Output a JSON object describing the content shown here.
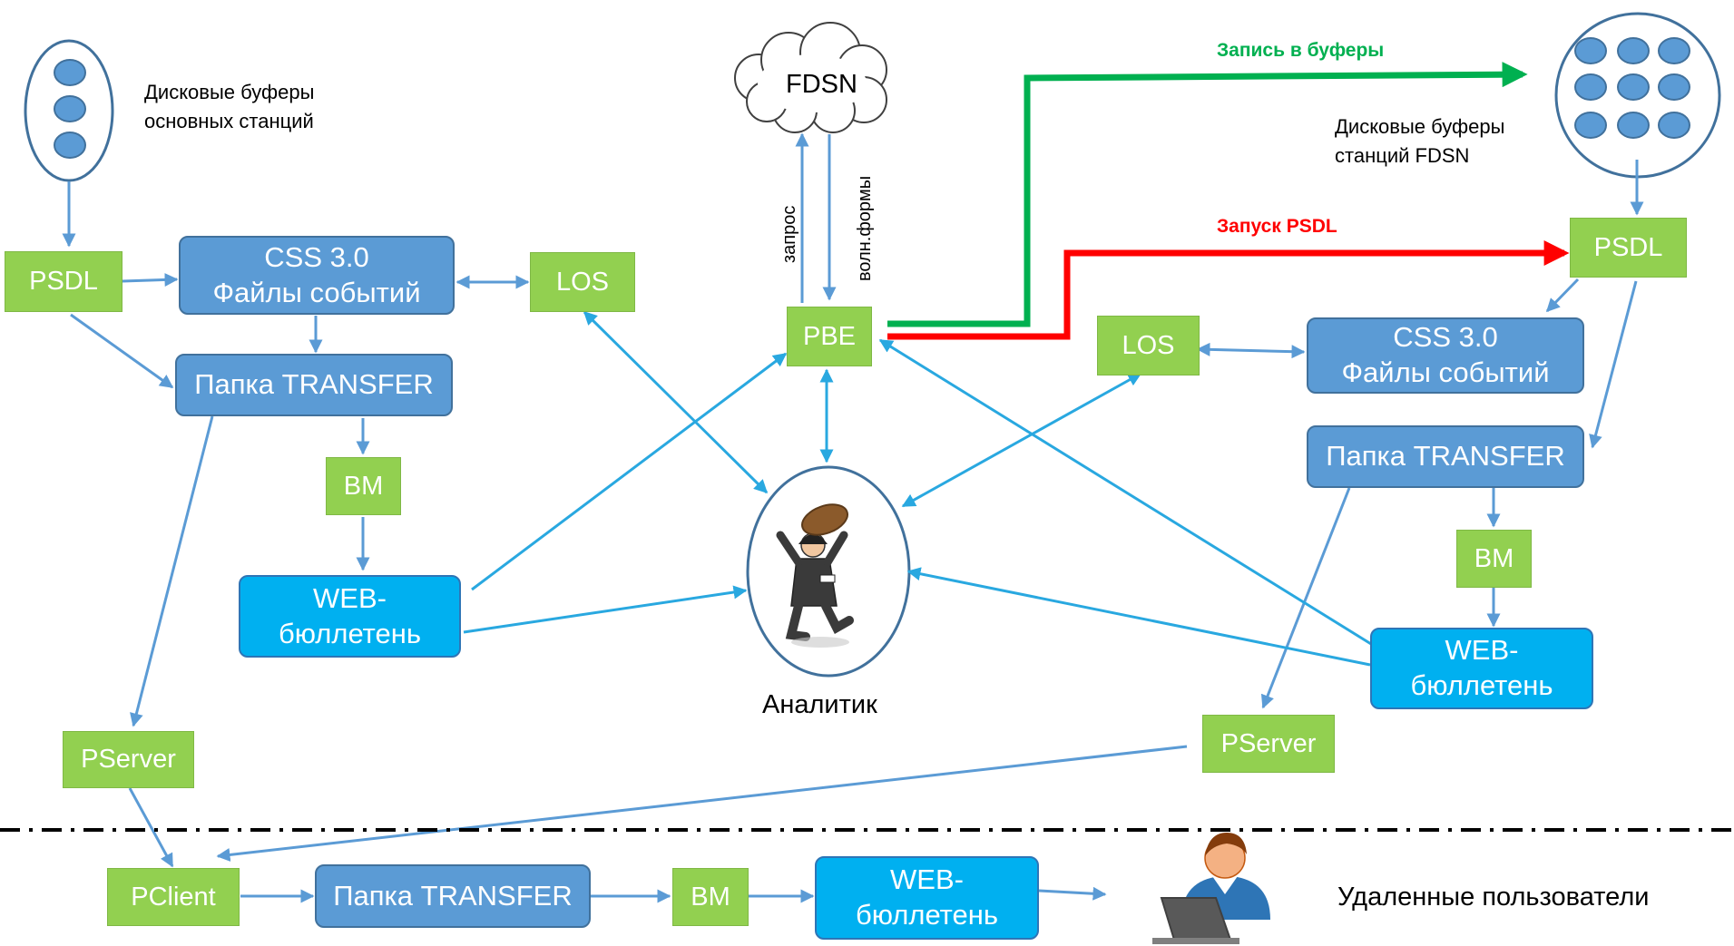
{
  "labels": {
    "left_buffers": [
      "Дисковые буферы",
      "основных станций"
    ],
    "fdsn_buffers": [
      "Дисковые буферы",
      "станций FDSN"
    ],
    "cloud": "FDSN",
    "request": "запрос",
    "waveforms": "волн.формы",
    "write_buffers": "Запись в буферы",
    "run_psdl": "Запуск PSDL",
    "analyst": "Аналитик",
    "remote_users": "Удаленные пользователи"
  },
  "boxes": {
    "psdl_left": "PSDL",
    "css_left": [
      "CSS 3.0",
      "Файлы событий"
    ],
    "los_left": "LOS",
    "transfer_left": "Папка TRANSFER",
    "bm_left": "BM",
    "web_left": [
      "WEB-",
      "бюллетень"
    ],
    "pserver_left": "PServer",
    "pbe": "PBE",
    "psdl_right": "PSDL",
    "los_right": "LOS",
    "css_right": [
      "CSS 3.0",
      "Файлы событий"
    ],
    "transfer_right": "Папка TRANSFER",
    "bm_right": "BM",
    "web_right": [
      "WEB-",
      "бюллетень"
    ],
    "pserver_right": "PServer",
    "pclient": "PClient",
    "transfer_bottom": "Папка TRANSFER",
    "bm_bottom": "BM",
    "web_bottom": [
      "WEB-",
      "бюллетень"
    ]
  },
  "colors": {
    "node_green": "#92d050",
    "node_blue": "#5b9bd5",
    "node_cyan": "#00b0f0",
    "arrow_blue": "#5b9bd5",
    "arrow_cyan": "#29a8e0",
    "route_green": "#00b050",
    "route_red": "#ff0000"
  }
}
